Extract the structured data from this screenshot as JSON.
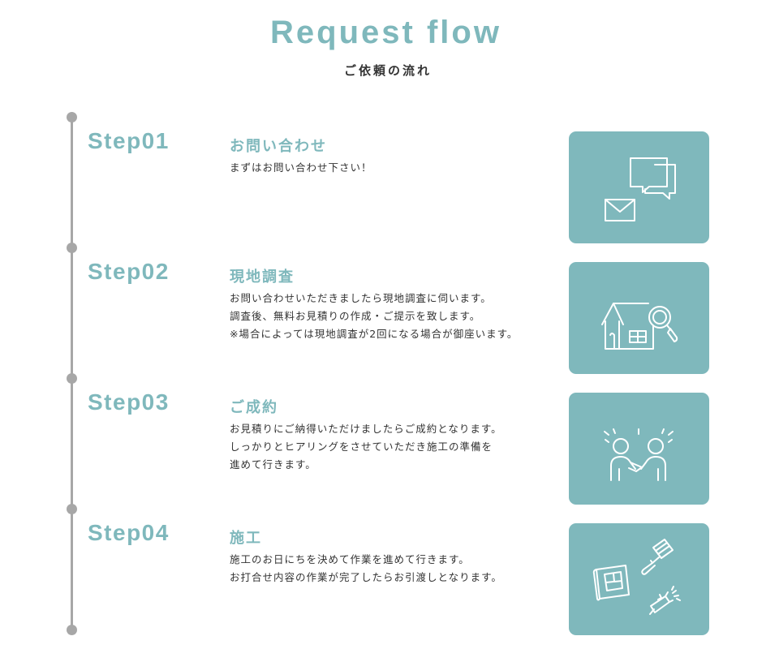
{
  "header": {
    "title": "Request flow",
    "subtitle": "ご依頼の流れ"
  },
  "colors": {
    "accent": "#7fb8bc",
    "timeline": "#a7a7a7",
    "text": "#333333",
    "icon_stroke": "#ffffff"
  },
  "steps": [
    {
      "label": "Step01",
      "title": "お問い合わせ",
      "description": [
        "まずはお問い合わせ下さい！"
      ],
      "icon": "chat-bubbles-envelope-icon"
    },
    {
      "label": "Step02",
      "title": "現地調査",
      "description": [
        "お問い合わせいただきましたら現地調査に伺います。",
        "調査後、無料お見積りの作成・ご提示を致します。",
        "※場合によっては現地調査が2回になる場合が御座います。"
      ],
      "icon": "house-magnifier-icon"
    },
    {
      "label": "Step03",
      "title": "ご成約",
      "description": [
        "お見積りにご納得いただけましたらご成約となります。",
        "しっかりとヒアリングをさせていただき施工の準備を",
        "進めて行きます。"
      ],
      "icon": "handshake-icon"
    },
    {
      "label": "Step04",
      "title": "施工",
      "description": [
        "施工のお日にちを決めて作業を進めて行きます。",
        "お打合せ内容の作業が完了したらお引渡しとなります。"
      ],
      "icon": "blueprint-roller-sprayer-icon"
    }
  ]
}
